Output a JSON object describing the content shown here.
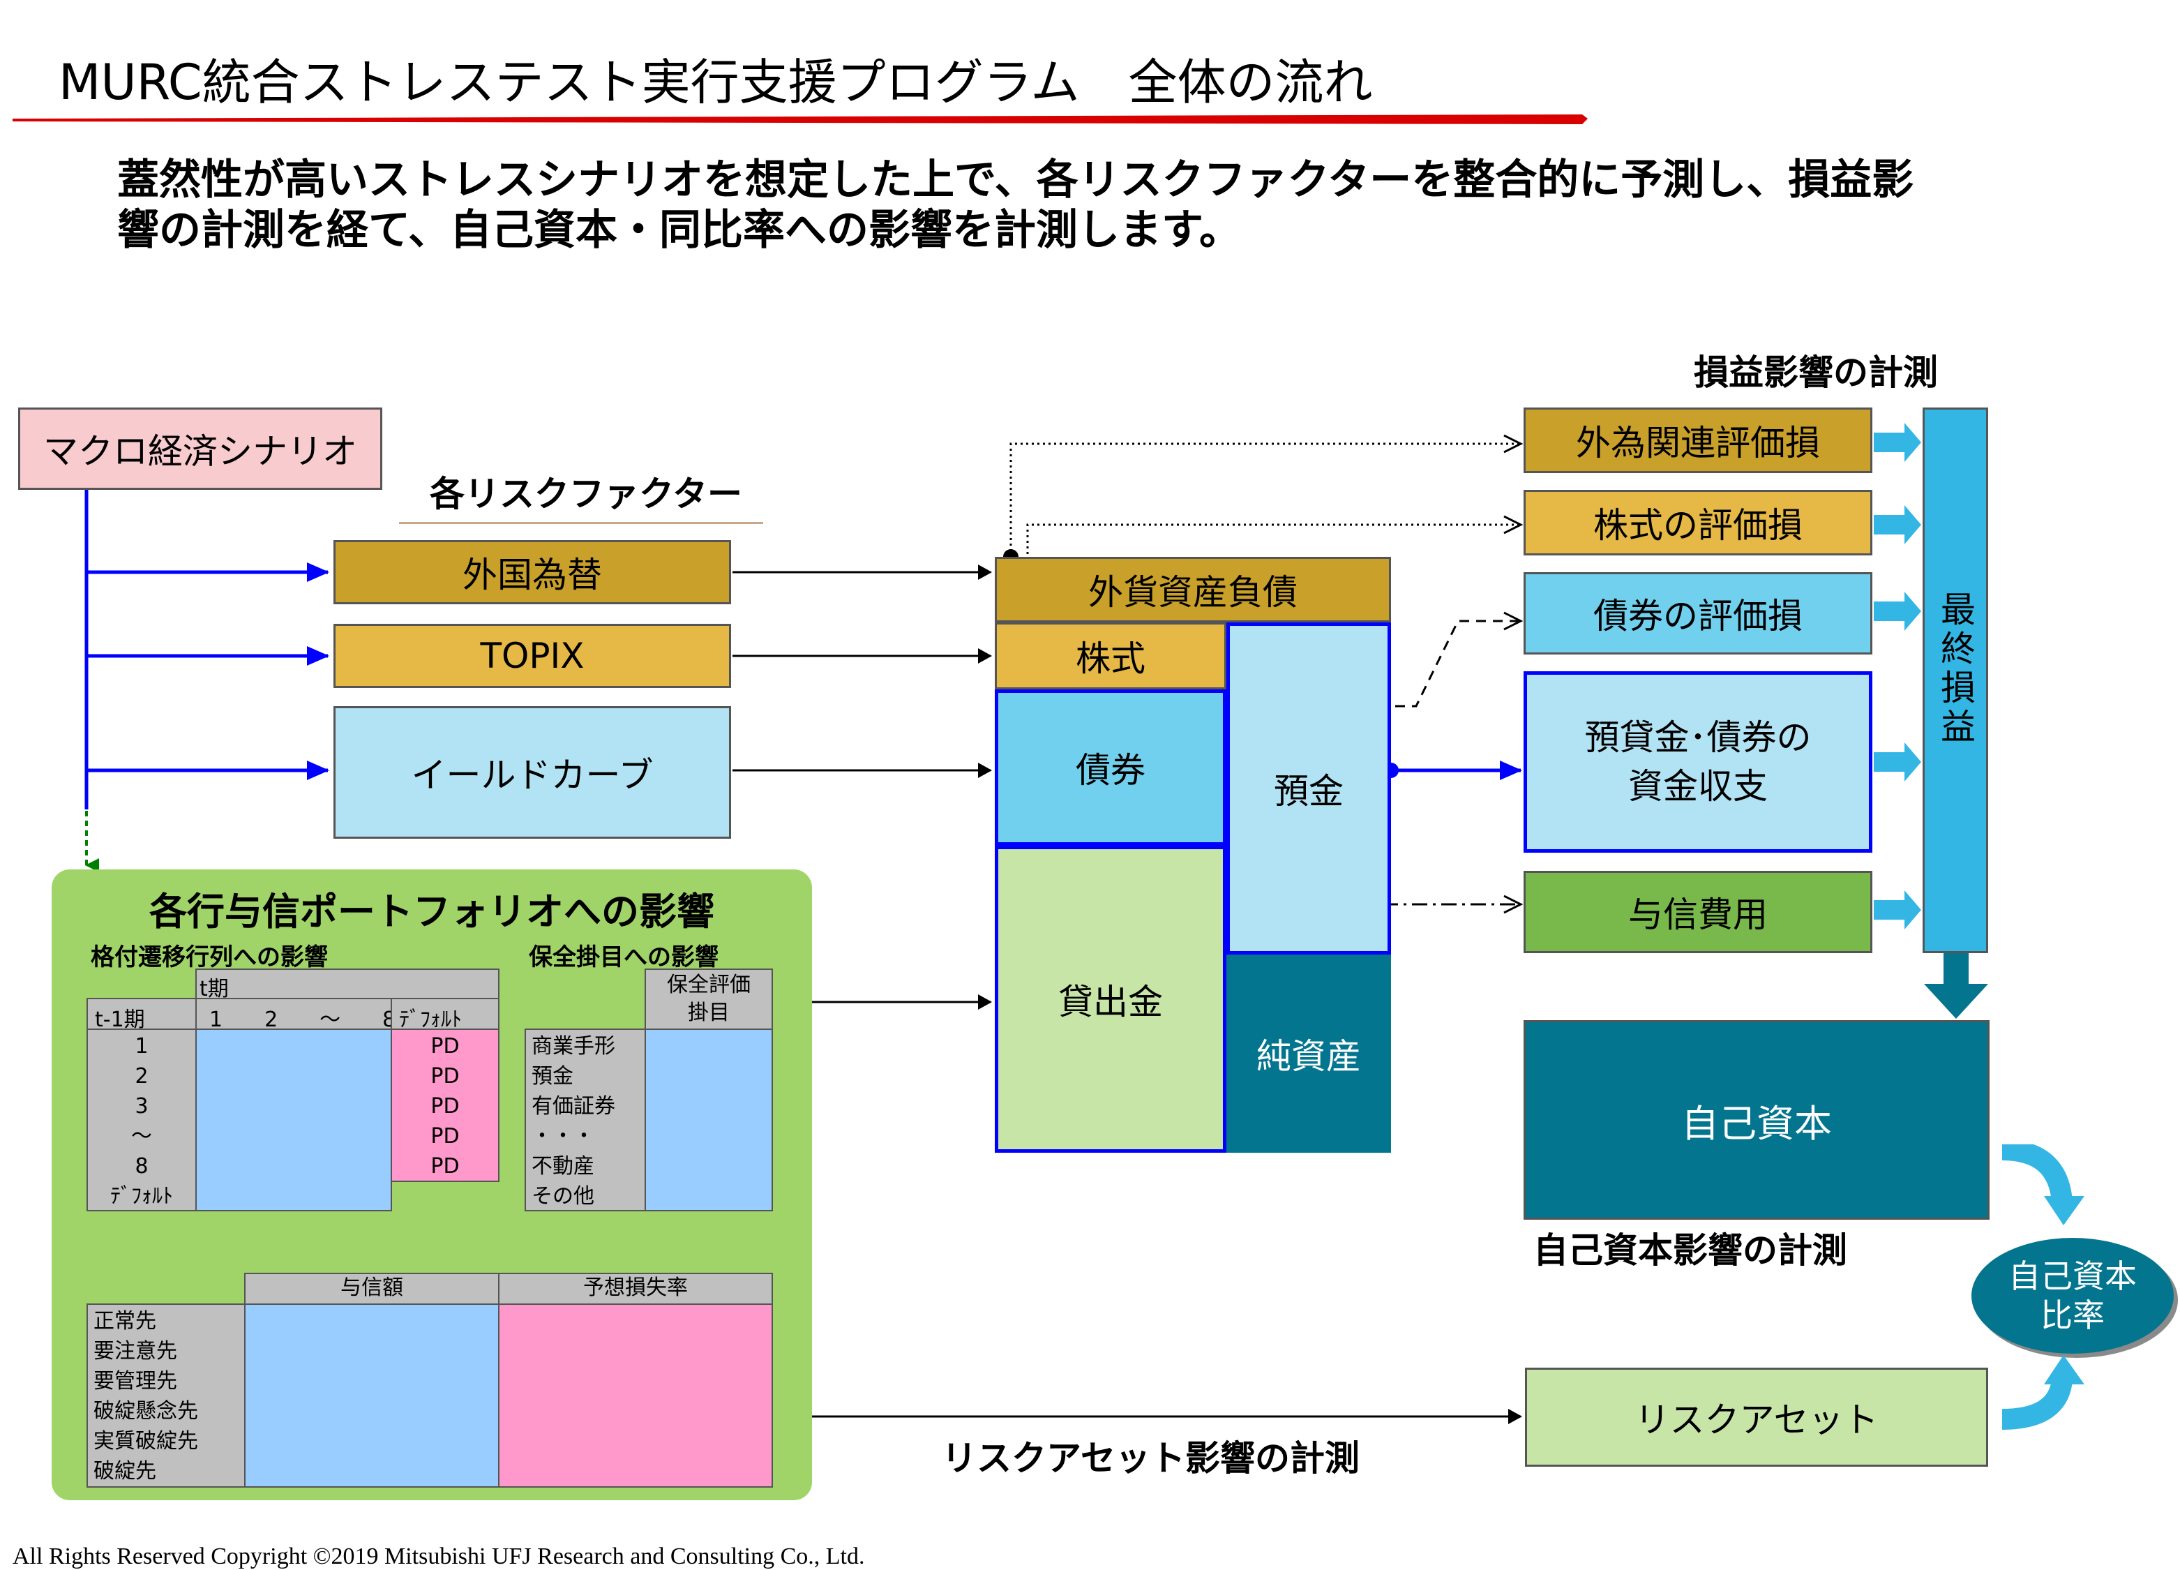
{
  "header": {
    "title": "MURC統合ストレステスト実行支援プログラム　全体の流れ",
    "subtitle_line1": "蓋然性が高いストレスシナリオを想定した上で、各リスクファクターを整合的に予測し、損益影",
    "subtitle_line2": "響の計測を経て、自己資本・同比率への影響を計測します。"
  },
  "macro": {
    "label": "マクロ経済シナリオ"
  },
  "risk_factors": {
    "heading": "各リスクファクター",
    "items": [
      "外国為替",
      "TOPIX",
      "イールドカーブ"
    ]
  },
  "balance_sheet": {
    "fx_assets": "外貨資産負債",
    "equities": "株式",
    "bonds": "債券",
    "loans": "貸出金",
    "deposits": "預金",
    "net_assets": "純資産"
  },
  "pl": {
    "heading": "損益影響の計測",
    "items": [
      "外為関連評価損",
      "株式の評価損",
      "債券の評価損",
      "預貸金･債券の\n資金収支",
      "与信費用"
    ],
    "final": "最終損益"
  },
  "capital": {
    "equity_capital": "自己資本",
    "equity_capital_heading": "自己資本影響の計測",
    "ratio": "自己資本\n比率",
    "risk_assets": "リスクアセット",
    "risk_assets_heading": "リスクアセット影響の計測"
  },
  "portfolio": {
    "title": "各行与信ポートフォリオへの影響",
    "transition": {
      "heading": "格付遷移行列への影響",
      "period_label": "t期",
      "prev_label": "t-1期",
      "columns": "1　　2　　～　　8",
      "default_col": "ﾃﾞﾌｫﾙﾄ",
      "rows": [
        "1",
        "2",
        "3",
        "～",
        "8",
        "ﾃﾞﾌｫﾙﾄ"
      ],
      "pd_values": [
        "PD",
        "PD",
        "PD",
        "PD",
        "PD"
      ]
    },
    "collateral": {
      "heading": "保全掛目への影響",
      "column": "保全評価\n掛目",
      "rows": [
        "商業手形",
        "預金",
        "有価証券",
        "・・・",
        "不動産",
        "その他"
      ]
    },
    "result": {
      "col_credit": "与信額",
      "col_loss": "予想損失率",
      "rows": [
        "正常先",
        "要注意先",
        "要管理先",
        "破綻懸念先",
        "実質破綻先",
        "破綻先"
      ]
    }
  },
  "footer": {
    "copyright": "All Rights Reserved Copyright ©2019 Mitsubishi UFJ Research and Consulting Co., Ltd."
  },
  "colors": {
    "gold_dark": "#C9A02A",
    "gold_light": "#E6B845",
    "sky_light": "#B2E3F4",
    "sky_mid": "#71D0EE",
    "teal_dark": "#04758E",
    "green_panel": "#A0D468",
    "loan_green": "#C7E5A6",
    "pink": "#F8CBCF",
    "blue_line": "#0000FF",
    "red_rule": "#D80000"
  }
}
